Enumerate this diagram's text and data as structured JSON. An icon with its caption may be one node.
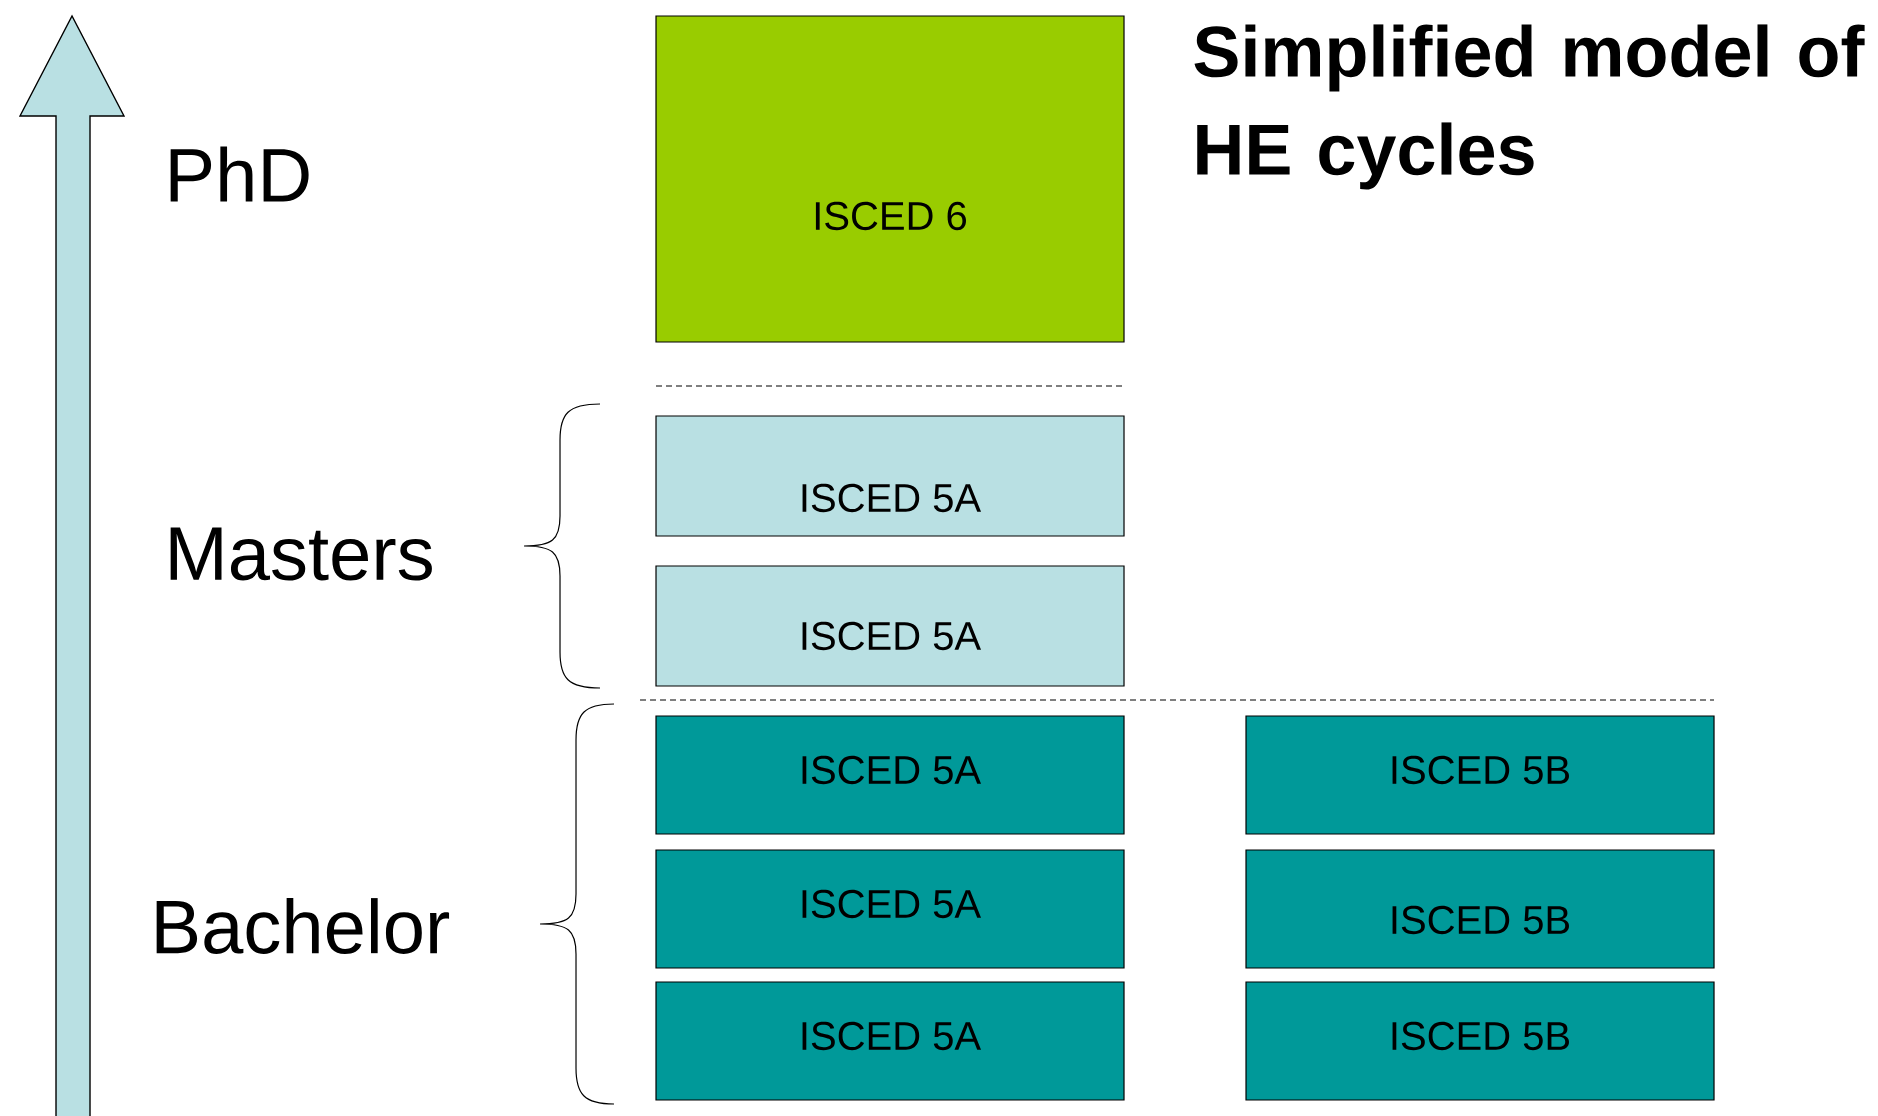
{
  "diagram": {
    "title": "Simplified model of HE cycles",
    "nodes": [
      {
        "text": [
          "ISCED 6"
        ]
      },
      {
        "text": [
          "ISCED 5A"
        ]
      },
      {
        "text": [
          "ISCED 5A"
        ]
      },
      {
        "text": [
          "ISCED 5A"
        ]
      },
      {
        "text": [
          "ISCED 5B"
        ]
      },
      {
        "text": [
          "ISCED 5A"
        ]
      },
      {
        "text": [
          "ISCED 5B"
        ]
      },
      {
        "text": [
          "ISCED 5A"
        ]
      },
      {
        "text": [
          "ISCED 5B"
        ]
      }
    ],
    "edges": [],
    "labels": [
      "PhD",
      "Masters",
      "Bachelor"
    ]
  }
}
